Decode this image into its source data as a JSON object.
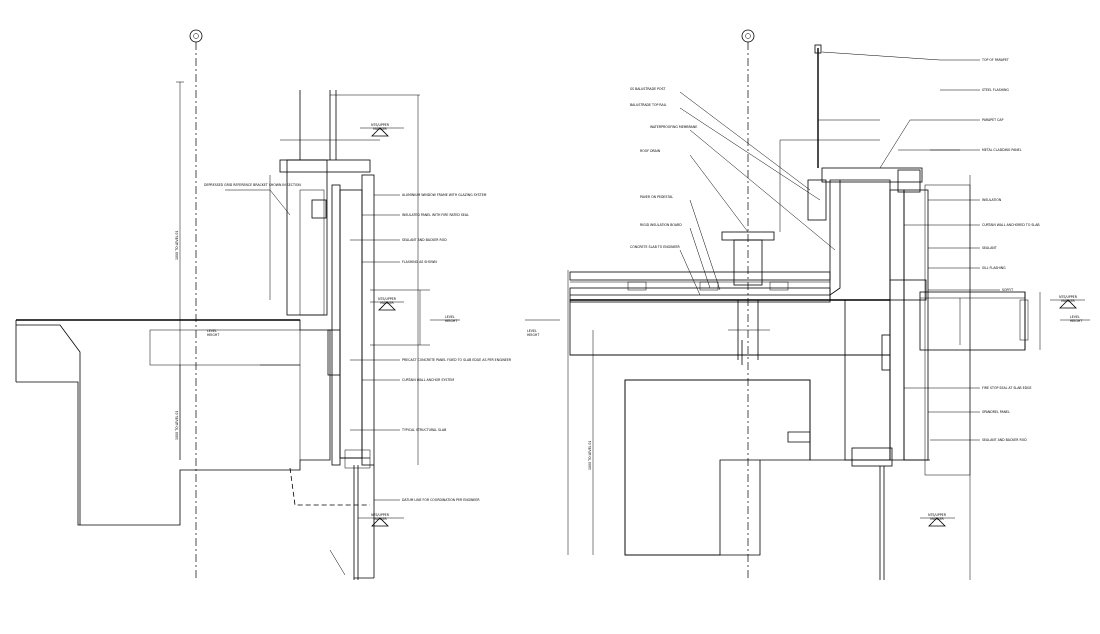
{
  "grid_marks": [
    "",
    ""
  ],
  "left_detail": {
    "level_marker_top": "NTS/UPPER\nMARKER",
    "level_marker_mid": "NTS/UPPER\nMARKER",
    "level_marker_bottom": "NTS/UPPER\nMARKER",
    "level_note": "LEVEL\nHEIGHT",
    "level_left": "LEVEL\nHEIGHT",
    "vertical_dim_upper": "1000 TO LEVEL 01",
    "vertical_dim_lower": "1000 TO LEVEL 01",
    "notes_left": [
      "DEPRESSED GRID REFERENCE BRACKET SHOWN IN SECTION"
    ],
    "notes_right": [
      "ALUMINIUM WINDOW FRAME WITH GLAZING SYSTEM",
      "INSULATED PANEL WITH FIRE RATED SEAL",
      "SEALANT AND BACKER ROD",
      "FLASHING AS SHOWN",
      "PRECAST CONCRETE PANEL FIXED TO SLAB EDGE AS PER ENGINEER",
      "CURTAIN WALL ANCHOR SYSTEM",
      "TYPICAL STRUCTURAL SLAB",
      "DATUM LINE FOR COORDINATION PER ENGINEER"
    ]
  },
  "right_detail": {
    "level_marker_top": "NTS/UPPER\nMARKER",
    "level_marker_bottom": "NTS/UPPER\nMARKER",
    "level_note": "LEVEL\nHEIGHT",
    "level_left": "LEVEL\nHEIGHT",
    "vertical_dim": "1000 TO LEVEL 01",
    "notes_top": [
      "SS BALUSTRADE POST",
      "BALUSTRADE TOP RAIL",
      "WATERPROOFING MEMBRANE",
      "ROOF DRAIN",
      "PAVER ON PEDESTAL",
      "RIGID INSULATION BOARD",
      "CONCRETE SLAB TO ENGINEER"
    ],
    "notes_right": [
      "TOP OF PARAPET",
      "STEEL FLASHING",
      "PARAPET CAP",
      "METAL CLADDING PANEL",
      "INSULATION",
      "CURTAIN WALL ANCHORED TO SLAB",
      "SEALANT",
      "SILL FLASHING",
      "SOFFIT",
      "FIRE STOP SEAL AT SLAB EDGE",
      "SPANDREL PANEL",
      "SEALANT AND BACKER ROD"
    ]
  },
  "colors": {
    "ink": "#000000",
    "paper": "#ffffff"
  }
}
